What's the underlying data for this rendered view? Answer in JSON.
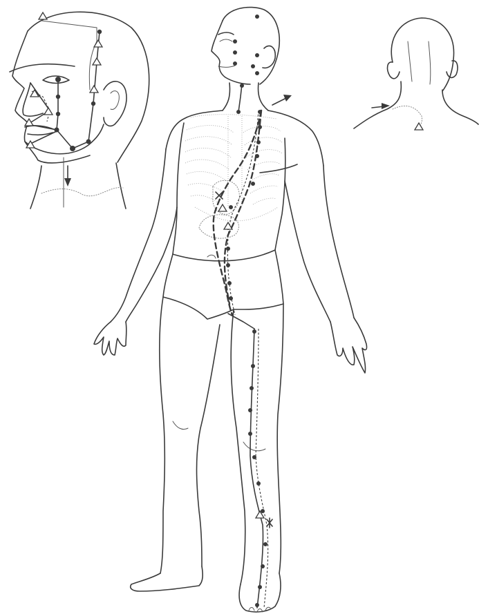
{
  "figure": {
    "views": [
      "head-inset-front",
      "full-body-front",
      "neck-inset-back"
    ],
    "colors": {
      "ink": "#3a3a3a",
      "background": "#ffffff"
    },
    "markers": {
      "acupoint": "filled-circle",
      "special-point": "open-triangle",
      "flow-direction": "arrow"
    }
  }
}
